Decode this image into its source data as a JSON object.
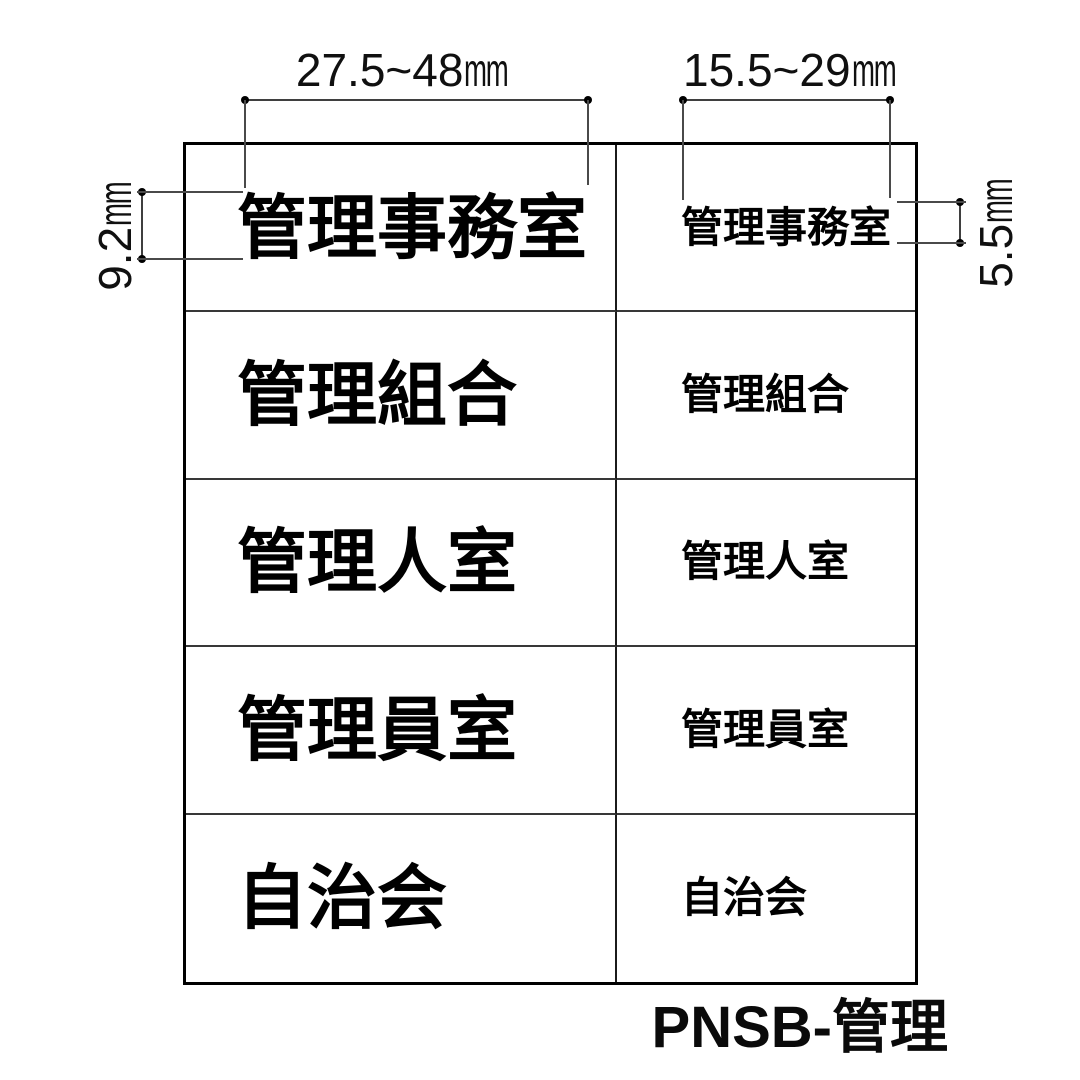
{
  "diagram": {
    "product_code": "PNSB-管理",
    "table": {
      "rows": [
        {
          "large": "管理事務室",
          "small": "管理事務室"
        },
        {
          "large": "管理組合",
          "small": "管理組合"
        },
        {
          "large": "管理人室",
          "small": "管理人室"
        },
        {
          "large": "管理員室",
          "small": "管理員室"
        },
        {
          "large": "自治会",
          "small": "自治会"
        }
      ]
    },
    "dimensions": {
      "large_text_width": {
        "value": "27.5~48",
        "unit": "mm"
      },
      "small_text_width": {
        "value": "15.5~29",
        "unit": "mm"
      },
      "large_text_height": {
        "value": "9.2",
        "unit": "mm"
      },
      "small_text_height": {
        "value": "5.5",
        "unit": "mm"
      }
    },
    "colors": {
      "background": "#ffffff",
      "text": "#000000",
      "table_border": "#000000",
      "grid_line": "#383838",
      "dimension_line": "#3f3f3f"
    }
  }
}
